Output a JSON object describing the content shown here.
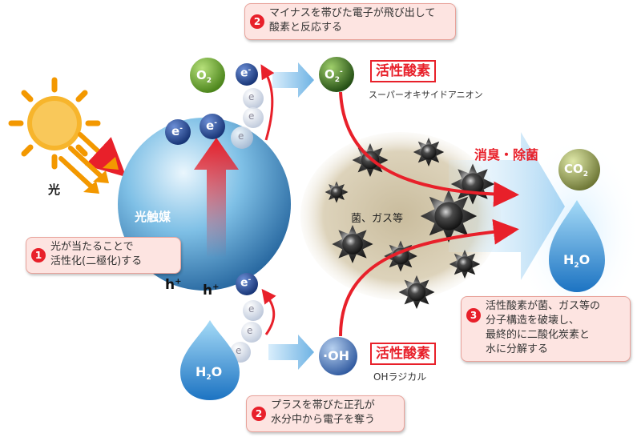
{
  "light": {
    "label": "光"
  },
  "photocatalyst": {
    "label": "光触媒"
  },
  "electron": {
    "symbol": "e",
    "charge": "-"
  },
  "hole": {
    "symbol": "h",
    "charge": "+"
  },
  "molecules": {
    "o2": {
      "base": "O",
      "sub": "2"
    },
    "o2_minus": {
      "base": "O",
      "sub": "2",
      "charge": "-"
    },
    "oh": {
      "label": "·OH"
    },
    "co2": {
      "base": "CO",
      "sub": "2"
    },
    "h2o_left": {
      "base": "H",
      "sub": "2",
      "tail": "O"
    },
    "h2o_right": {
      "base": "H",
      "sub": "2",
      "tail": "O"
    }
  },
  "tags": {
    "active_oxygen_top": "活性酸素",
    "active_oxygen_bottom": "活性酸素"
  },
  "captions": {
    "superoxide": "スーパーオキサイドアニオン",
    "oh_radical": "OHラジカル",
    "bacteria_gas": "菌、ガス等",
    "deodorize": "消臭・除菌"
  },
  "callouts": {
    "step1": {
      "num": "1",
      "line1": "光が当たることで",
      "line2": "活性化(二極化)する"
    },
    "step2_top": {
      "num": "2",
      "line1": "マイナスを帯びた電子が飛び出して",
      "line2": "酸素と反応する"
    },
    "step2_bottom": {
      "num": "2",
      "line1": "プラスを帯びた正孔が",
      "line2": "水分中から電子を奪う"
    },
    "step3": {
      "num": "3",
      "line1": "活性酸素が菌、ガス等の",
      "line2": "分子構造を破壊し、",
      "line3": "最終的に二酸化炭素と",
      "line4": "水に分解する"
    }
  },
  "colors": {
    "accent_red": "#e8202a",
    "sphere_blue": "#5aa3d6",
    "electron_navy": "#1b3f8c",
    "o2_green": "#5a9a1e",
    "sun_orange": "#f39800"
  }
}
